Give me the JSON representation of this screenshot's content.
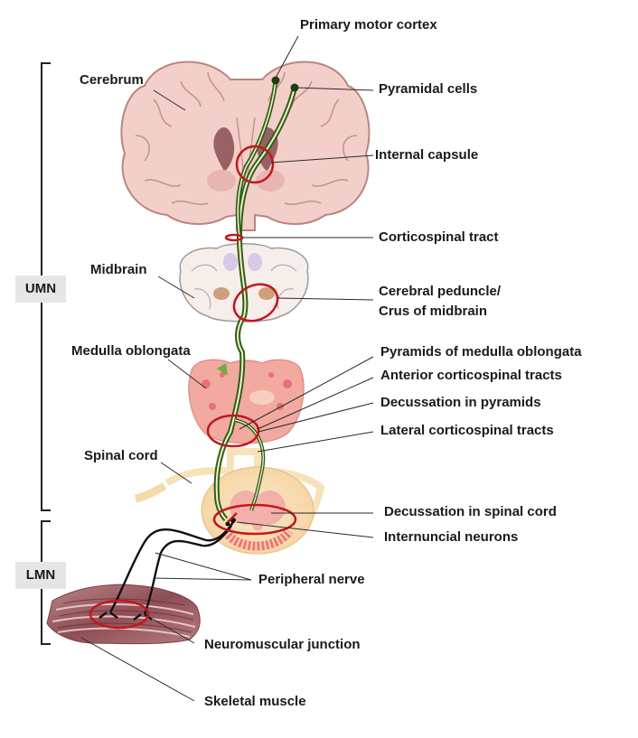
{
  "brackets": {
    "upper": "UMN",
    "lower": "LMN"
  },
  "labels": {
    "primary_motor_cortex": "Primary motor cortex",
    "cerebrum": "Cerebrum",
    "pyramidal_cells": "Pyramidal cells",
    "internal_capsule": "Internal capsule",
    "corticospinal_tract": "Corticospinal tract",
    "midbrain": "Midbrain",
    "cerebral_peduncle_line1": "Cerebral peduncle/",
    "cerebral_peduncle_line2": "Crus of midbrain",
    "medulla_oblongata": "Medulla oblongata",
    "pyramids": "Pyramids of medulla oblongata",
    "anterior_tracts": "Anterior corticospinal tracts",
    "decussation_pyramids": "Decussation in pyramids",
    "lateral_tracts": "Lateral corticospinal tracts",
    "spinal_cord": "Spinal cord",
    "decussation_spinal": "Decussation in spinal cord",
    "internuncial": "Internuncial neurons",
    "peripheral_nerve": "Peripheral nerve",
    "neuromuscular_junction": "Neuromuscular junction",
    "skeletal_muscle": "Skeletal muscle"
  },
  "colors": {
    "tract": "#2e5e1a",
    "highlight_ring": "#c4161c",
    "brain_tissue": "#f2c9c4",
    "brain_outline": "#b98580",
    "muscle": "#9a5a5e",
    "bracket": "#222222",
    "box_fill": "#e6e6e6"
  }
}
